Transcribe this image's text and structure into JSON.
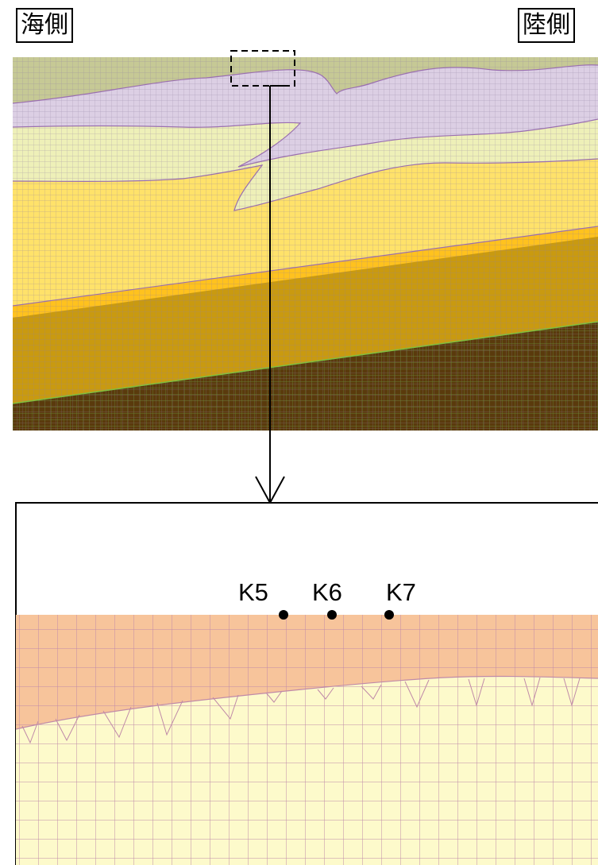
{
  "labels": {
    "sea_side": "海側",
    "land_side": "陸側"
  },
  "detail_points": [
    {
      "label": "K5"
    },
    {
      "label": "K6"
    },
    {
      "label": "K7"
    }
  ],
  "colors": {
    "top_layer": "#c6c995",
    "purple_layer": "#dccfe4",
    "pale_yellow_layer": "#eef0b8",
    "yellow_layer": "#ffe26a",
    "orange_layer": "#ffc21e",
    "dark_gold_layer": "#c99a10",
    "bedrock_layer": "#5a3a0c",
    "detail_upper_layer": "#f7c49b",
    "detail_lower_layer": "#fdfacb",
    "mesh_line": "#a9a38f",
    "mesh_line_pink": "#d080a8"
  }
}
